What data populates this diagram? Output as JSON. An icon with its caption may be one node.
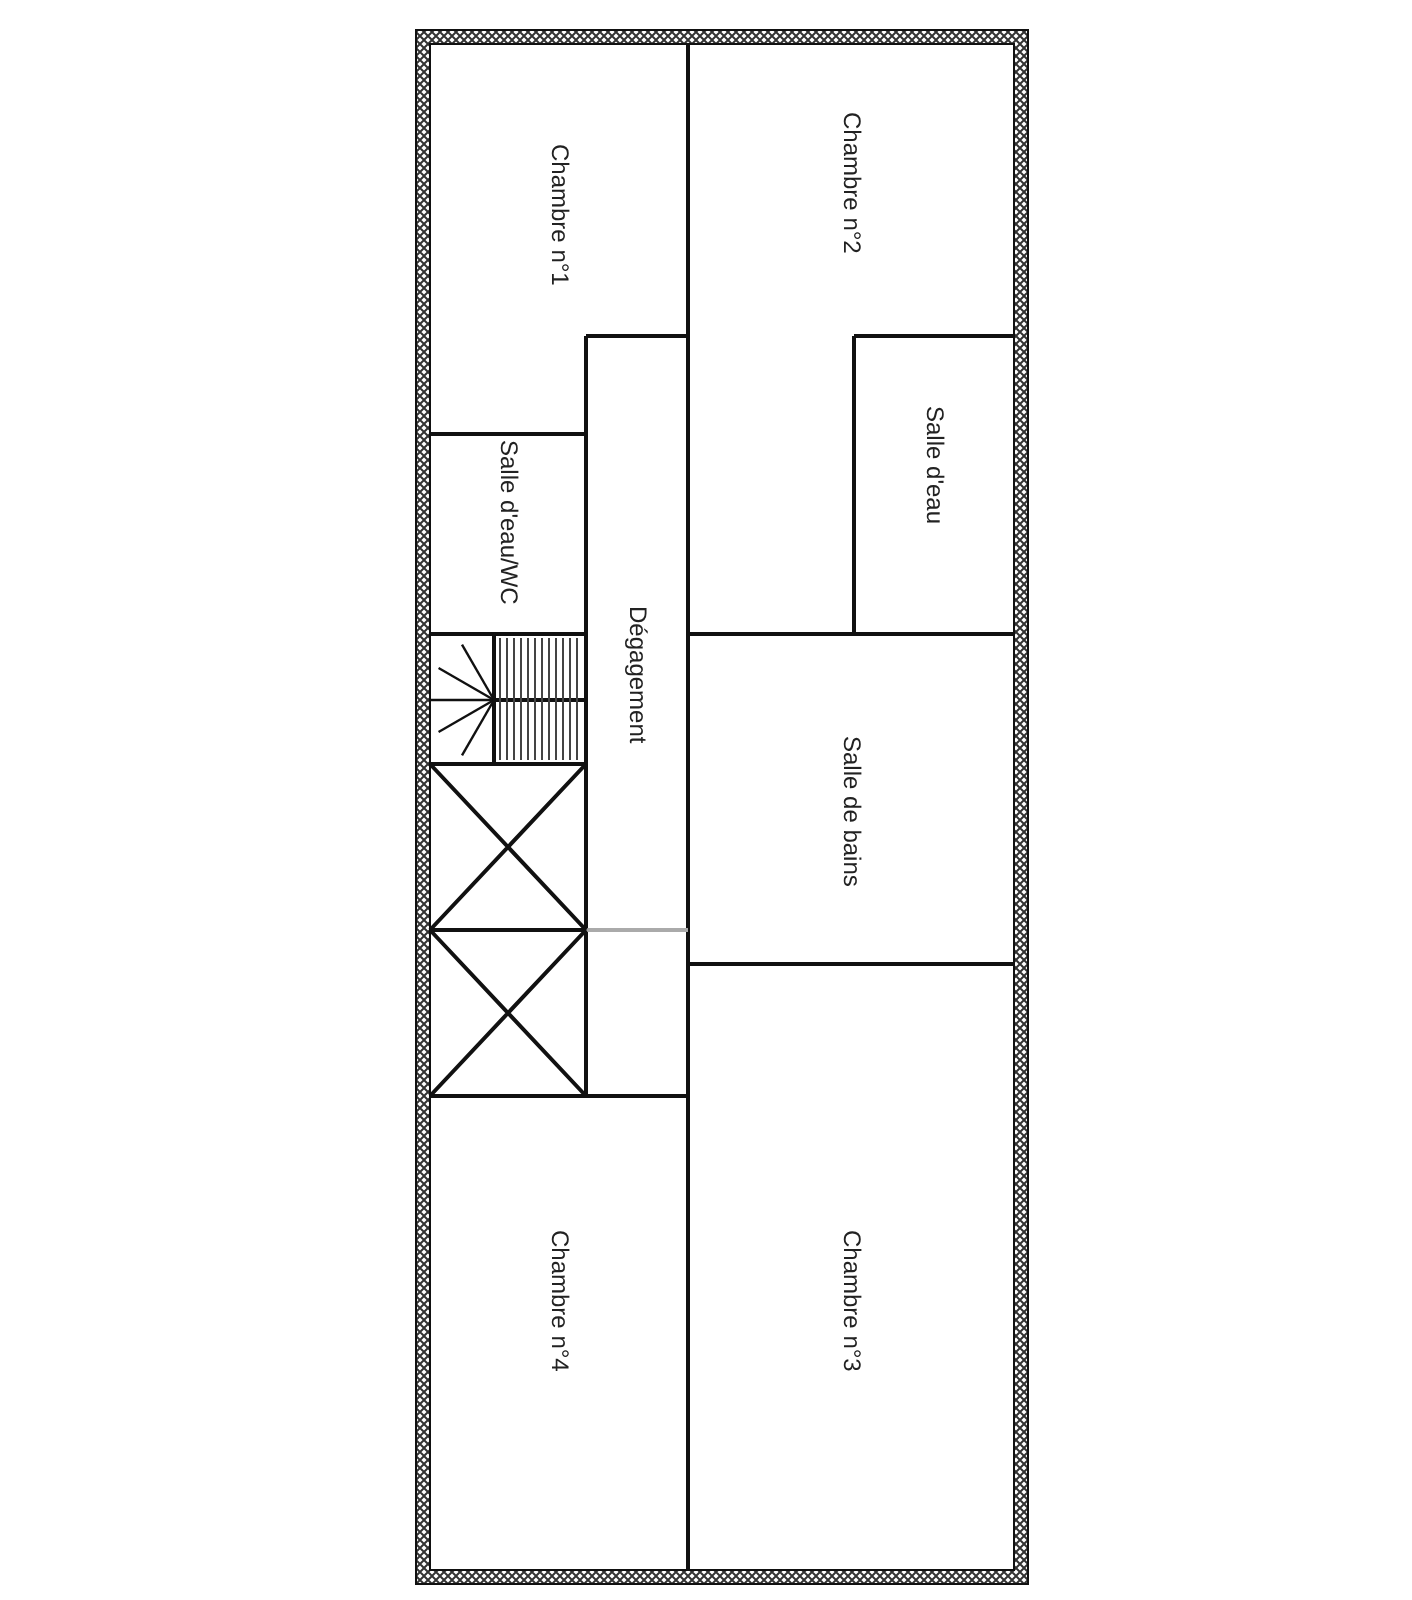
{
  "diagram": {
    "nodes": [
      {
        "text": [
          "Chambre n°1"
        ]
      },
      {
        "text": [
          "Chambre n°2"
        ]
      },
      {
        "text": [
          "Salle d'eau"
        ]
      },
      {
        "text": [
          "Salle d'eau/WC"
        ]
      },
      {
        "text": [
          "Dégagement"
        ]
      },
      {
        "text": [
          "Salle de bains"
        ]
      },
      {
        "text": [
          "Chambre n°4"
        ]
      },
      {
        "text": [
          "Chambre n°3"
        ]
      }
    ]
  }
}
